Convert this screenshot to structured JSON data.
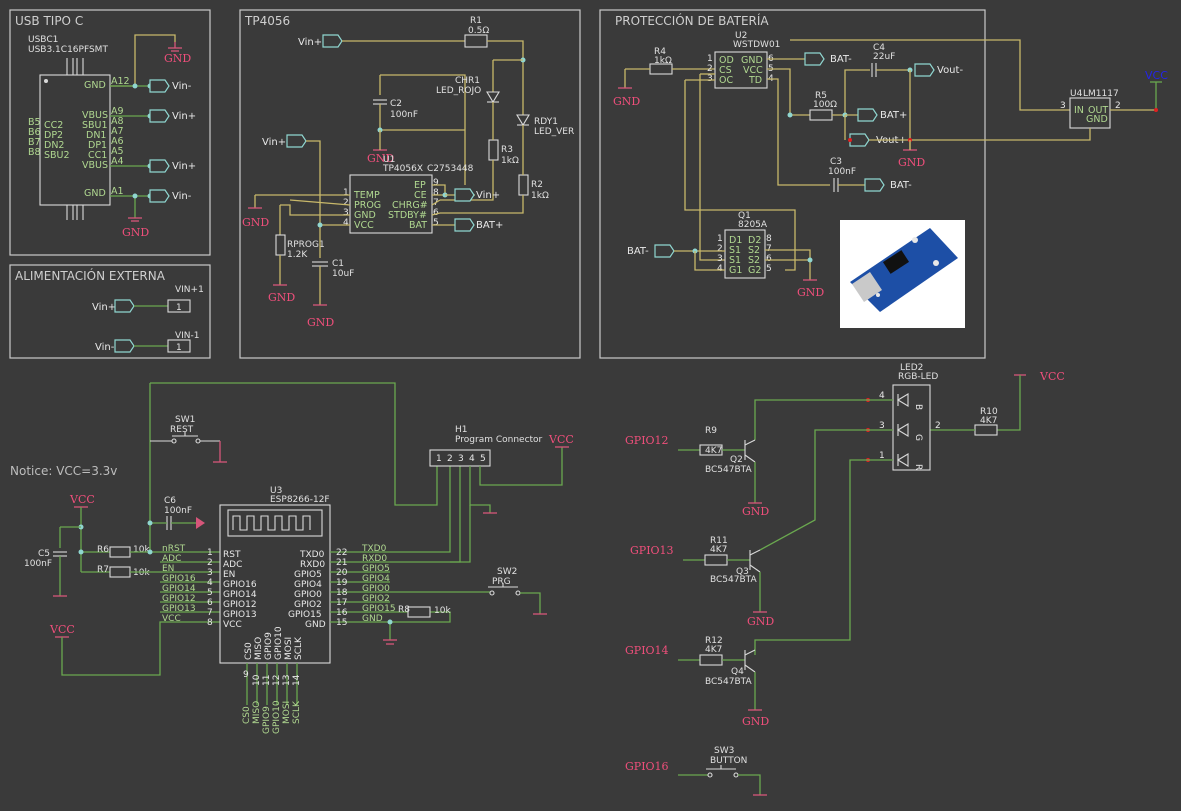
{
  "sections": {
    "usb": "USB TIPO C",
    "ext": "ALIMENTACIÓN EXTERNA",
    "tp": "TP4056",
    "prot": "PROTECCIÓN DE BATERÍA"
  },
  "notice": "Notice: VCC=3.3v",
  "nets": {
    "gnd": "GND",
    "vcc": "VCC",
    "vin_plus": "Vin+",
    "vin_minus": "Vin-",
    "bat_plus": "BAT+",
    "bat_minus": "BAT-",
    "vout_plus": "Vout+",
    "vout_minus": "Vout-"
  },
  "usb": {
    "ref": "USBC1",
    "part": "USB3.1C16PFSMT",
    "left_pins": [
      "B5",
      "B6",
      "B7",
      "B8"
    ],
    "left_names": [
      "CC2",
      "DP2",
      "DN2",
      "SBU2"
    ],
    "right_names": [
      "GND",
      "VBUS",
      "SBU1",
      "DN1",
      "DP1",
      "CC1",
      "VBUS",
      "GND"
    ],
    "right_pins": [
      "A12",
      "A9",
      "A8",
      "A7",
      "A6",
      "A5",
      "A4",
      "A1"
    ]
  },
  "ext": {
    "vin1_ref": "VIN+1",
    "vin2_ref": "VIN-1",
    "pin": "1"
  },
  "tp4056": {
    "ref": "U1",
    "part": "TP4056X",
    "code": "C2753448",
    "left_names": [
      "TEMP",
      "PROG",
      "GND",
      "VCC"
    ],
    "left_pins": [
      "1",
      "2",
      "3",
      "4"
    ],
    "right_names": [
      "EP",
      "CE",
      "CHRG#",
      "STDBY#",
      "BAT"
    ],
    "right_pins": [
      "9",
      "8",
      "7",
      "6",
      "5"
    ],
    "r1": {
      "ref": "R1",
      "val": "0.5Ω"
    },
    "c2": {
      "ref": "C2",
      "val": "100nF"
    },
    "chr": {
      "ref": "CHR1",
      "val": "LED_ROJO"
    },
    "rdy": {
      "ref": "RDY1",
      "val": "LED_VER"
    },
    "r3": {
      "ref": "R3",
      "val": "1kΩ"
    },
    "r2": {
      "ref": "R2",
      "val": "1kΩ"
    },
    "rprog": {
      "ref": "RPROG1",
      "val": "1.2K"
    },
    "c1": {
      "ref": "C1",
      "val": "10uF"
    }
  },
  "prot": {
    "r4": {
      "ref": "R4",
      "val": "1kΩ"
    },
    "u2": {
      "ref": "U2",
      "part": "WSTDW01"
    },
    "u2_left": [
      "OD",
      "CS",
      "OC"
    ],
    "u2_left_pins": [
      "1",
      "2",
      "3"
    ],
    "u2_right": [
      "GND",
      "VCC",
      "TD"
    ],
    "u2_right_pins": [
      "6",
      "5",
      "4"
    ],
    "c4": {
      "ref": "C4",
      "val": "22uF"
    },
    "r5": {
      "ref": "R5",
      "val": "100Ω"
    },
    "c3": {
      "ref": "C3",
      "val": "100nF"
    },
    "u4": {
      "ref": "U4",
      "part": "LM1117",
      "in": "IN",
      "out": "OUT",
      "gnd": "GND",
      "pin_in": "3",
      "pin_out": "2"
    },
    "q1": {
      "ref": "Q1",
      "part": "8205A"
    },
    "q1_left": [
      "D1",
      "S1",
      "S1",
      "G1"
    ],
    "q1_left_pins": [
      "1",
      "2",
      "3",
      "4"
    ],
    "q1_right": [
      "D2",
      "S2",
      "S2",
      "G2"
    ],
    "q1_right_pins": [
      "8",
      "7",
      "6",
      "5"
    ]
  },
  "esp": {
    "ref": "U3",
    "part": "ESP8266-12F",
    "left_names": [
      "RST",
      "ADC",
      "EN",
      "GPIO16",
      "GPIO14",
      "GPIO12",
      "GPIO13",
      "VCC"
    ],
    "left_pins": [
      "1",
      "2",
      "3",
      "4",
      "5",
      "6",
      "7",
      "8"
    ],
    "left_nets": [
      "nRST",
      "ADC",
      "EN",
      "GPIO16",
      "GPIO14",
      "GPIO12",
      "GPIO13",
      "VCC"
    ],
    "right_names": [
      "TXD0",
      "RXD0",
      "GPIO5",
      "GPIO4",
      "GPIO0",
      "GPIO2",
      "GPIO15",
      "GND"
    ],
    "right_pins": [
      "22",
      "21",
      "20",
      "19",
      "18",
      "17",
      "16",
      "15"
    ],
    "right_nets": [
      "TXD0",
      "RXD0",
      "GPIO5",
      "GPIO4",
      "GPIO0",
      "GPIO2",
      "GPIO15",
      "GND"
    ],
    "bottom_names": [
      "CS0",
      "MISO",
      "GPIO9",
      "GPIO10",
      "MOSI",
      "SCLK"
    ],
    "bottom_pins": [
      "9",
      "10",
      "11",
      "12",
      "13",
      "14"
    ],
    "sw1": {
      "ref": "SW1",
      "val": "REST"
    },
    "c6": {
      "ref": "C6",
      "val": "100nF"
    },
    "c5": {
      "ref": "C5",
      "val": "100nF"
    },
    "r6": {
      "ref": "R6",
      "val": "10k"
    },
    "r7": {
      "ref": "R7",
      "val": "10k"
    },
    "r8": {
      "ref": "R8",
      "val": "10k"
    },
    "h1": {
      "ref": "H1",
      "val": "Program Connector",
      "pins": [
        "1",
        "2",
        "3",
        "4",
        "5"
      ]
    },
    "sw2": {
      "ref": "SW2",
      "val": "PRG"
    }
  },
  "led": {
    "led2": {
      "ref": "LED2",
      "val": "RGB-LED"
    },
    "pins": [
      "4",
      "3",
      "1"
    ],
    "colors": [
      "B",
      "G",
      "R"
    ],
    "common_pin": "2",
    "r10": {
      "ref": "R10",
      "val": "4K7"
    },
    "r9": {
      "ref": "R9",
      "val": "4K7"
    },
    "r11": {
      "ref": "R11",
      "val": "4K7"
    },
    "r12": {
      "ref": "R12",
      "val": "4K7"
    },
    "q2": {
      "ref": "Q2",
      "val": "BC547BTA"
    },
    "q3": {
      "ref": "Q3",
      "val": "BC547BTA"
    },
    "q4": {
      "ref": "Q4",
      "val": "BC547BTA"
    },
    "sw3": {
      "ref": "SW3",
      "val": "BUTTON"
    },
    "gpio12": "GPIO12",
    "gpio13": "GPIO13",
    "gpio14": "GPIO14",
    "gpio16": "GPIO16"
  },
  "photo_alt": "TP4056 USB-C charger module"
}
